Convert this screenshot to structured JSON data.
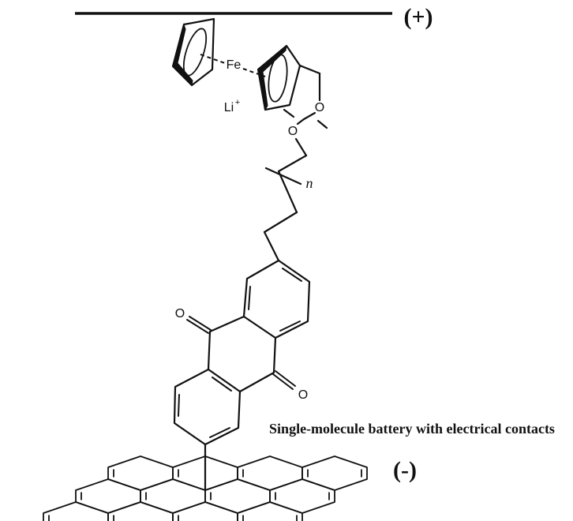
{
  "title": "Single-molecule battery with electrical contacts",
  "electrodes": {
    "positive_label": "(+)",
    "negative_label": "(-)"
  },
  "atoms": {
    "fe": "Fe",
    "li": "Li",
    "li_charge": "+",
    "o_linker_top": "O",
    "o_linker_mid": "O",
    "o_carbonyl_left": "O",
    "o_carbonyl_right": "O"
  },
  "polymer": {
    "repeat_label": "n"
  },
  "colors": {
    "ink": "#111111",
    "background": "#ffffff"
  }
}
